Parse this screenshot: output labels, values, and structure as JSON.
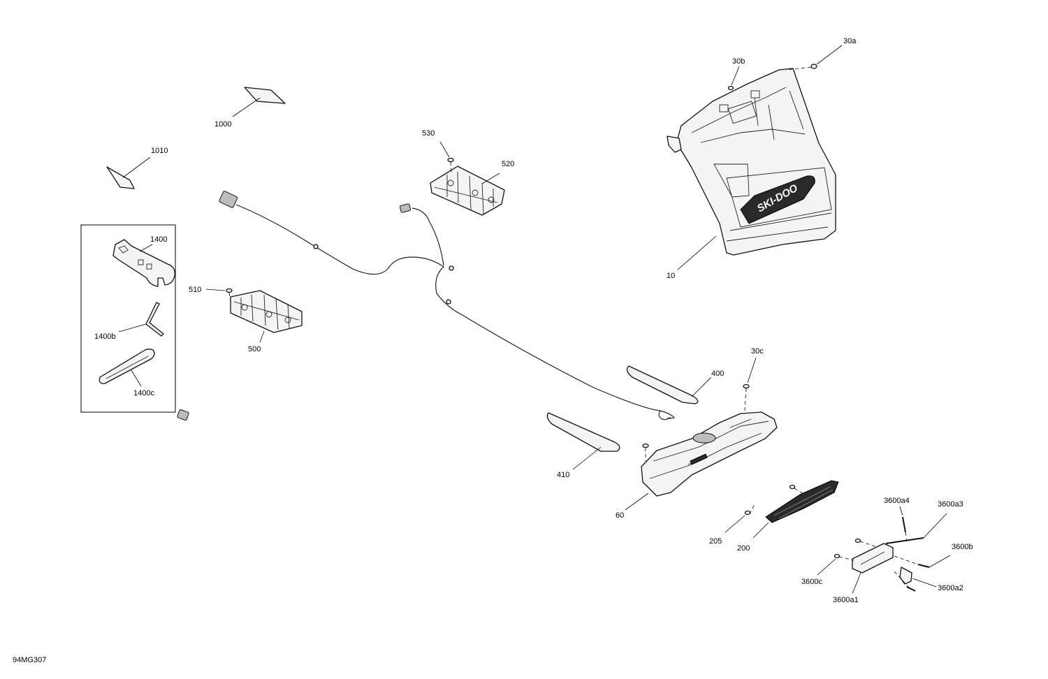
{
  "figure_id": "94MG307",
  "callouts": {
    "c1000": "1000",
    "c1010": "1010",
    "c1400": "1400",
    "c1400b": "1400b",
    "c1400c": "1400c",
    "c510": "510",
    "c500": "500",
    "c530": "530",
    "c520": "520",
    "c30a": "30a",
    "c30b": "30b",
    "c10": "10",
    "c30c": "30c",
    "c400": "400",
    "c410": "410",
    "c60": "60",
    "c205": "205",
    "c200": "200",
    "c3600a4": "3600a4",
    "c3600a3": "3600a3",
    "c3600b": "3600b",
    "c3600c": "3600c",
    "c3600a1": "3600a1",
    "c3600a2": "3600a2"
  },
  "brand_logo": "SKI-DOO"
}
